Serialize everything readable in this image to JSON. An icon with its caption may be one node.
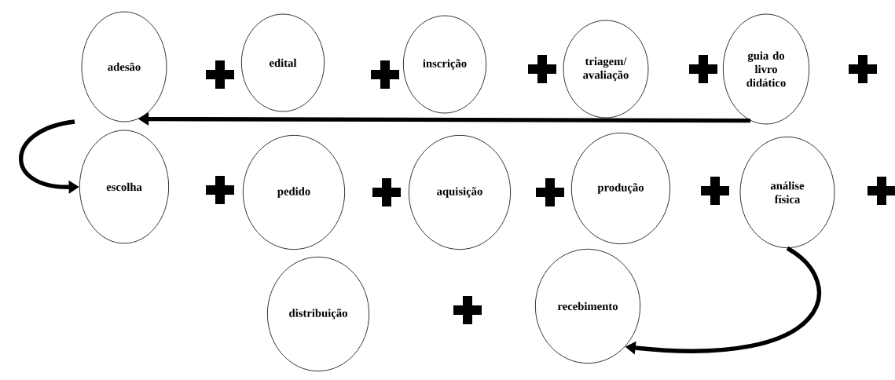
{
  "diagram": {
    "nodes": [
      {
        "text": [
          "adesão"
        ]
      },
      {
        "text": [
          "edital"
        ]
      },
      {
        "text": [
          "inscrição"
        ]
      },
      {
        "text": [
          "triagem/ avaliação"
        ]
      },
      {
        "text": [
          "guia do livro didático"
        ]
      },
      {
        "text": [
          "escolha"
        ]
      },
      {
        "text": [
          "pedido"
        ]
      },
      {
        "text": [
          "aquisição"
        ]
      },
      {
        "text": [
          "produção"
        ]
      },
      {
        "text": [
          "análise física"
        ]
      },
      {
        "text": [
          "distribuição"
        ]
      },
      {
        "text": [
          "recebimento"
        ]
      }
    ],
    "edges": [
      {
        "from": 4,
        "to": 0,
        "arrow": "to"
      },
      {
        "from": null,
        "to": 5,
        "arrow": "to"
      },
      {
        "from": 9,
        "to": 11,
        "arrow": "to"
      }
    ]
  }
}
